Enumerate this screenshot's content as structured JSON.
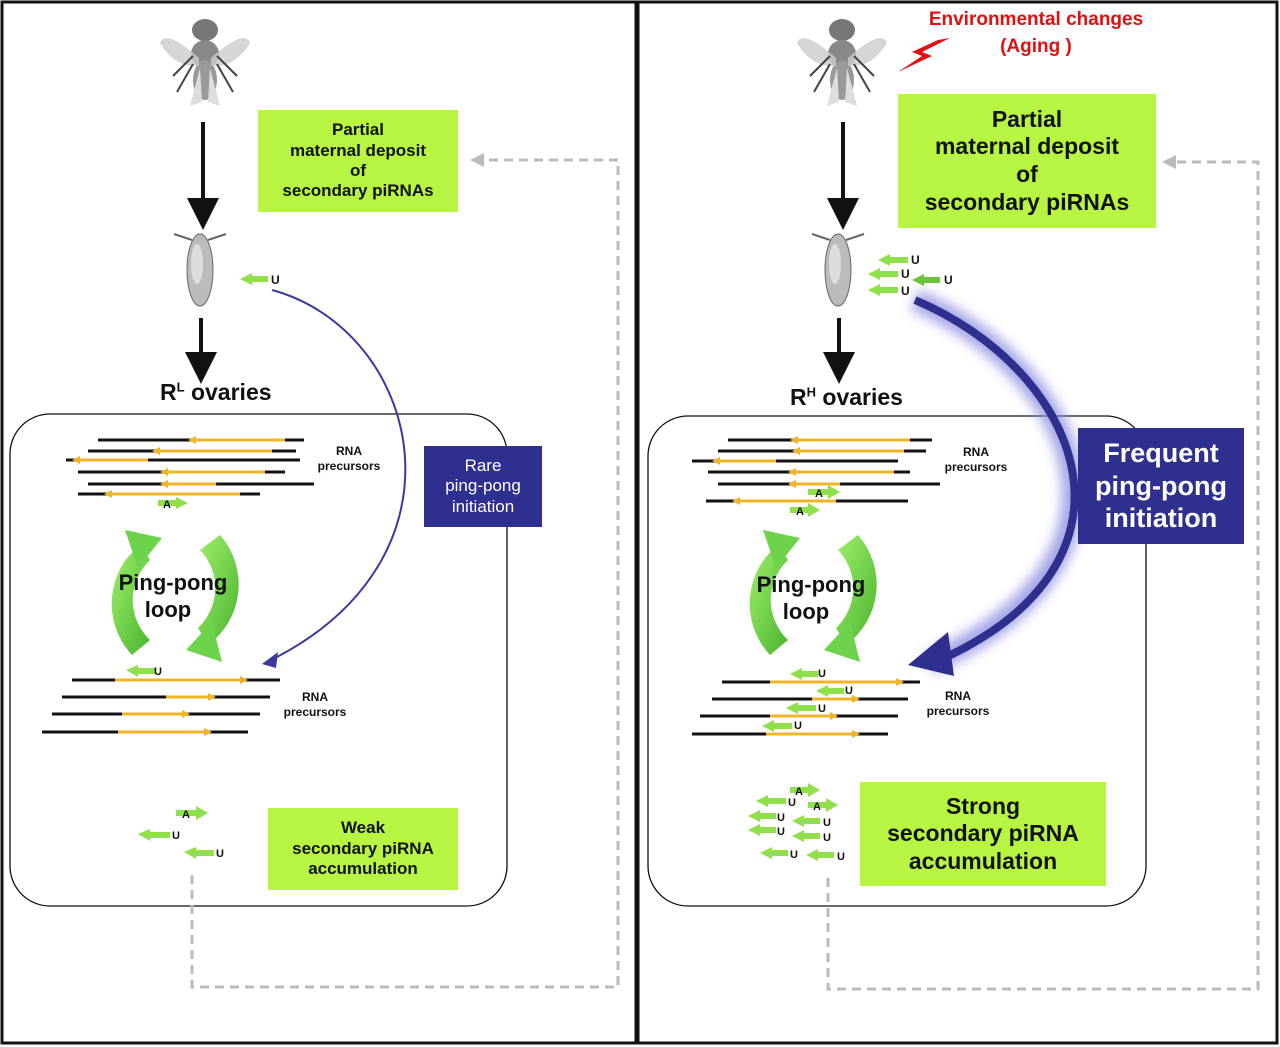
{
  "environment": {
    "line1": "Environmental changes",
    "line2": "(Aging )"
  },
  "left": {
    "maternal_deposit": "Partial\nmaternal deposit\nof\nsecondary piRNAs",
    "ovaries_prefix": "R",
    "ovaries_sup": "L",
    "ovaries_suffix": " ovaries",
    "rna_precursors_top": "RNA\nprecursors",
    "rna_precursors_bottom": "RNA\nprecursors",
    "initiation": "Rare\nping-pong\ninitiation",
    "loop_line1": "Ping-pong",
    "loop_line2": "loop",
    "accumulation": "Weak\nsecondary piRNA\naccumulation"
  },
  "right": {
    "maternal_deposit": "Partial\nmaternal deposit\nof\nsecondary piRNAs",
    "ovaries_prefix": "R",
    "ovaries_sup": "H",
    "ovaries_suffix": " ovaries",
    "rna_precursors_top": "RNA\nprecursors",
    "rna_precursors_bottom": "RNA\nprecursors",
    "initiation": "Frequent\nping-pong\ninitiation",
    "loop_line1": "Ping-pong",
    "loop_line2": "loop",
    "accumulation": "Strong\nsecondary piRNA\naccumulation"
  },
  "nucleotides": {
    "u": "U",
    "a": "A"
  },
  "colors": {
    "green_box": "#b7f542",
    "blue_box": "#2e2f8f",
    "precursor_line": "#111111",
    "precursor_arrow": "#f0b429",
    "pirna_arrow": "#8fe04a",
    "loop_arrow": "#6cd34a",
    "red_text": "#e01010",
    "dashed_line": "#bbbbbb"
  }
}
